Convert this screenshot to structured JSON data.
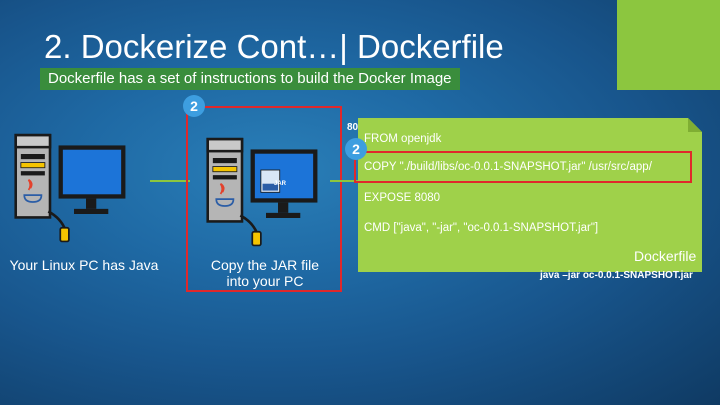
{
  "slide": {
    "title": "2. Dockerize Cont…| Dockerfile",
    "subtitle": "Dockerfile has a set of instructions to build the Docker Image"
  },
  "left_pc": {
    "label": "Your Linux PC has Java"
  },
  "middle_pc": {
    "label_line1": "Copy the JAR file",
    "label_line2": "into your PC",
    "jar_text": "JAR",
    "badge": "2"
  },
  "dockerfile": {
    "behind_text": "80",
    "lines": [
      "FROM openjdk",
      "COPY \"./build/libs/oc-0.0.1-SNAPSHOT.jar\" /usr/src/app/",
      "EXPOSE 8080",
      "CMD [\"java\", \"-jar\", \"oc-0.0.1-SNAPSHOT.jar\"]"
    ],
    "badge": "2",
    "footer": "Dockerfile",
    "command_below": "java –jar oc-0.0.1-SNAPSHOT.jar"
  },
  "colors": {
    "accent_green": "#8cc63f",
    "subtitle_bg": "#3a8d3c",
    "highlight_red": "#e0282b",
    "badge_blue": "#3d9ee0"
  }
}
